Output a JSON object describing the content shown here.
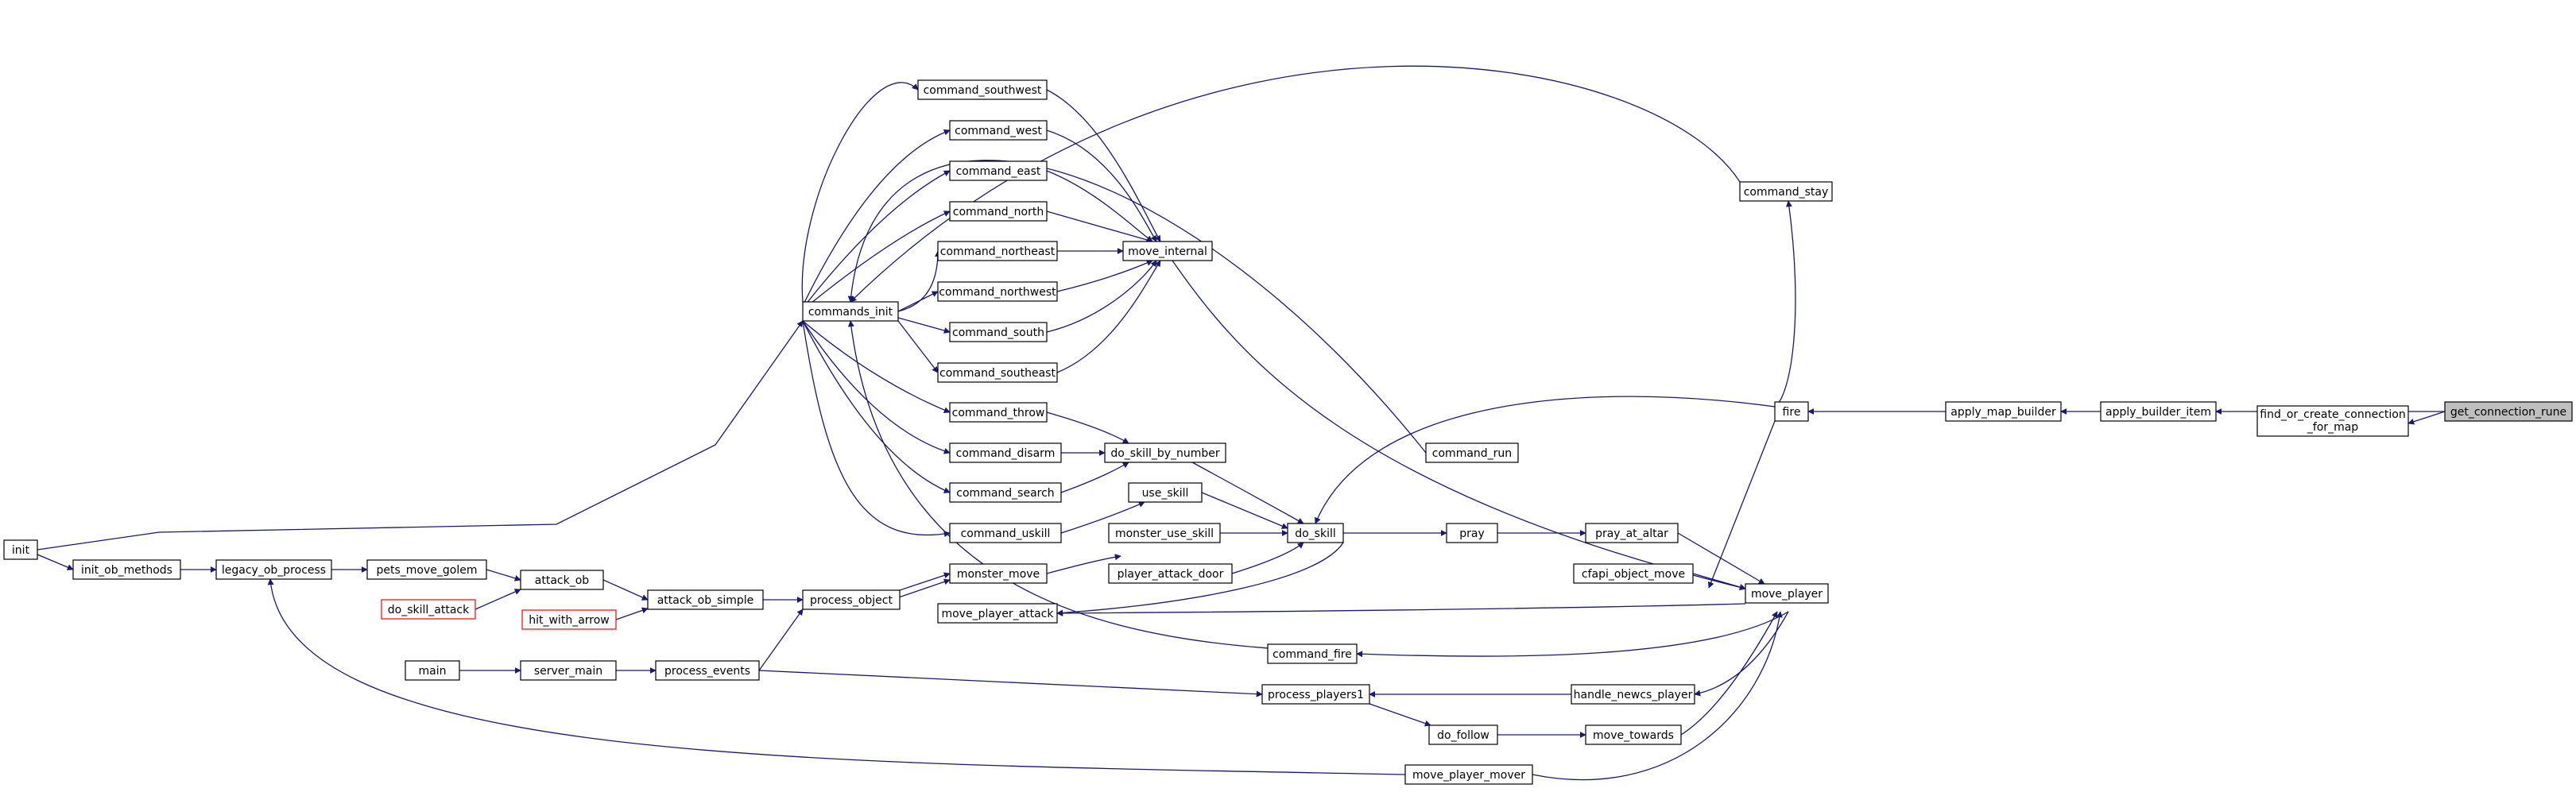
{
  "colors": {
    "edge": "#191970",
    "node_border": "#000000",
    "node_border_truncated": "#ff0000",
    "root_fill": "#bfbfbf",
    "node_fill": "#ffffff",
    "text": "#000000"
  },
  "nodes": [
    {
      "id": "get_connection_rune",
      "label": "get_connection_rune",
      "root": true
    },
    {
      "id": "apply_builder_item",
      "label": "apply_builder_item"
    },
    {
      "id": "find_or_create_connection_for_map",
      "label": "find_or_create_connection",
      "label2": "_for_map"
    },
    {
      "id": "apply_map_builder",
      "label": "apply_map_builder"
    },
    {
      "id": "fire",
      "label": "fire"
    },
    {
      "id": "command_stay",
      "label": "command_stay"
    },
    {
      "id": "command_southwest",
      "label": "command_southwest"
    },
    {
      "id": "command_west",
      "label": "command_west"
    },
    {
      "id": "command_east",
      "label": "command_east"
    },
    {
      "id": "command_north",
      "label": "command_north"
    },
    {
      "id": "command_northeast",
      "label": "command_northeast"
    },
    {
      "id": "command_northwest",
      "label": "command_northwest"
    },
    {
      "id": "command_south",
      "label": "command_south"
    },
    {
      "id": "command_southeast",
      "label": "command_southeast"
    },
    {
      "id": "move_internal",
      "label": "move_internal"
    },
    {
      "id": "commands_init",
      "label": "commands_init"
    },
    {
      "id": "command_throw",
      "label": "command_throw"
    },
    {
      "id": "command_disarm",
      "label": "command_disarm"
    },
    {
      "id": "command_search",
      "label": "command_search"
    },
    {
      "id": "command_uskill",
      "label": "command_uskill"
    },
    {
      "id": "do_skill_by_number",
      "label": "do_skill_by_number"
    },
    {
      "id": "use_skill",
      "label": "use_skill"
    },
    {
      "id": "monster_use_skill",
      "label": "monster_use_skill"
    },
    {
      "id": "command_run",
      "label": "command_run"
    },
    {
      "id": "do_skill",
      "label": "do_skill"
    },
    {
      "id": "pray",
      "label": "pray"
    },
    {
      "id": "pray_at_altar",
      "label": "pray_at_altar"
    },
    {
      "id": "cfapi_object_move",
      "label": "cfapi_object_move"
    },
    {
      "id": "move_player",
      "label": "move_player"
    },
    {
      "id": "player_attack_door",
      "label": "player_attack_door"
    },
    {
      "id": "monster_move",
      "label": "monster_move"
    },
    {
      "id": "move_player_attack",
      "label": "move_player_attack"
    },
    {
      "id": "command_fire",
      "label": "command_fire"
    },
    {
      "id": "handle_newcs_player",
      "label": "handle_newcs_player"
    },
    {
      "id": "process_players1",
      "label": "process_players1"
    },
    {
      "id": "do_follow",
      "label": "do_follow"
    },
    {
      "id": "move_towards",
      "label": "move_towards"
    },
    {
      "id": "move_player_mover",
      "label": "move_player_mover"
    },
    {
      "id": "init",
      "label": "init"
    },
    {
      "id": "init_ob_methods",
      "label": "init_ob_methods"
    },
    {
      "id": "legacy_ob_process",
      "label": "legacy_ob_process"
    },
    {
      "id": "pets_move_golem",
      "label": "pets_move_golem"
    },
    {
      "id": "attack_ob",
      "label": "attack_ob"
    },
    {
      "id": "do_skill_attack",
      "label": "do_skill_attack",
      "truncated": true
    },
    {
      "id": "attack_ob_simple",
      "label": "attack_ob_simple"
    },
    {
      "id": "hit_with_arrow",
      "label": "hit_with_arrow",
      "truncated": true
    },
    {
      "id": "process_object",
      "label": "process_object"
    },
    {
      "id": "main",
      "label": "main"
    },
    {
      "id": "server_main",
      "label": "server_main"
    },
    {
      "id": "process_events",
      "label": "process_events"
    }
  ]
}
